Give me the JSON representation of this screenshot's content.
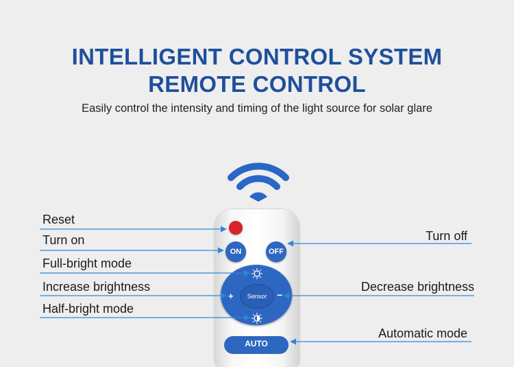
{
  "header": {
    "title_line1": "INTELLIGENT CONTROL SYSTEM",
    "title_line2": "REMOTE CONTROL",
    "subtitle": "Easily control the intensity and timing of the light source for solar glare"
  },
  "remote": {
    "on_label": "ON",
    "off_label": "OFF",
    "sensor_label": "Sensor",
    "plus_label": "+",
    "minus_label": "−",
    "auto_label": "AUTO"
  },
  "callouts": {
    "reset": "Reset",
    "turn_on": "Turn on",
    "full_bright": "Full-bright mode",
    "increase": "Increase brightness",
    "half_bright": "Half-bright mode",
    "turn_off": "Turn off",
    "decrease": "Decrease brightness",
    "automatic": "Automatic mode"
  },
  "colors": {
    "title": "#1f4f9c",
    "button": "#2e67c2",
    "reset_button": "#d8232a",
    "wifi": "#2a66c6",
    "arrow": "#2f86d8"
  }
}
